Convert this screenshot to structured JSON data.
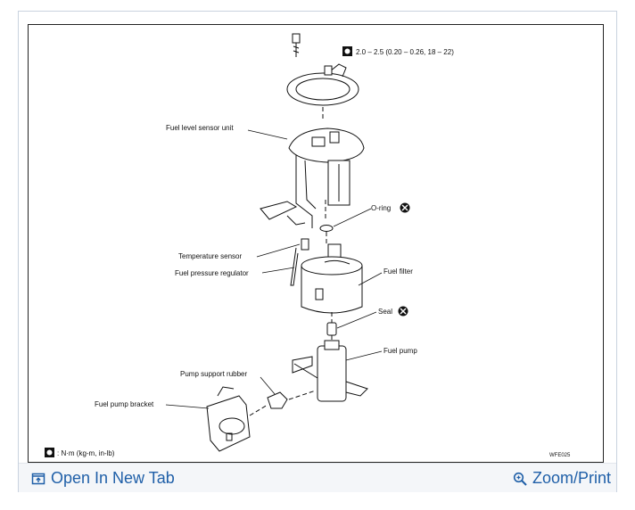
{
  "torque_spec": "2.0 – 2.5 (0.20 – 0.26, 18 – 22)",
  "torque_legend": ": N·m (kg-m, in-lb)",
  "figure_code": "WFE025",
  "labels": {
    "fuel_level_sensor_unit": "Fuel level sensor unit",
    "o_ring": "O-ring",
    "temperature_sensor": "Temperature sensor",
    "fuel_pressure_regulator": "Fuel pressure regulator",
    "fuel_filter": "Fuel filter",
    "seal": "Seal",
    "fuel_pump": "Fuel pump",
    "pump_support_rubber": "Pump support rubber",
    "fuel_pump_bracket": "Fuel pump bracket"
  },
  "footer": {
    "open_new_tab": "Open In New Tab",
    "zoom_print": "Zoom/Print"
  },
  "colors": {
    "link": "#1f5fa8",
    "line": "#111111"
  }
}
